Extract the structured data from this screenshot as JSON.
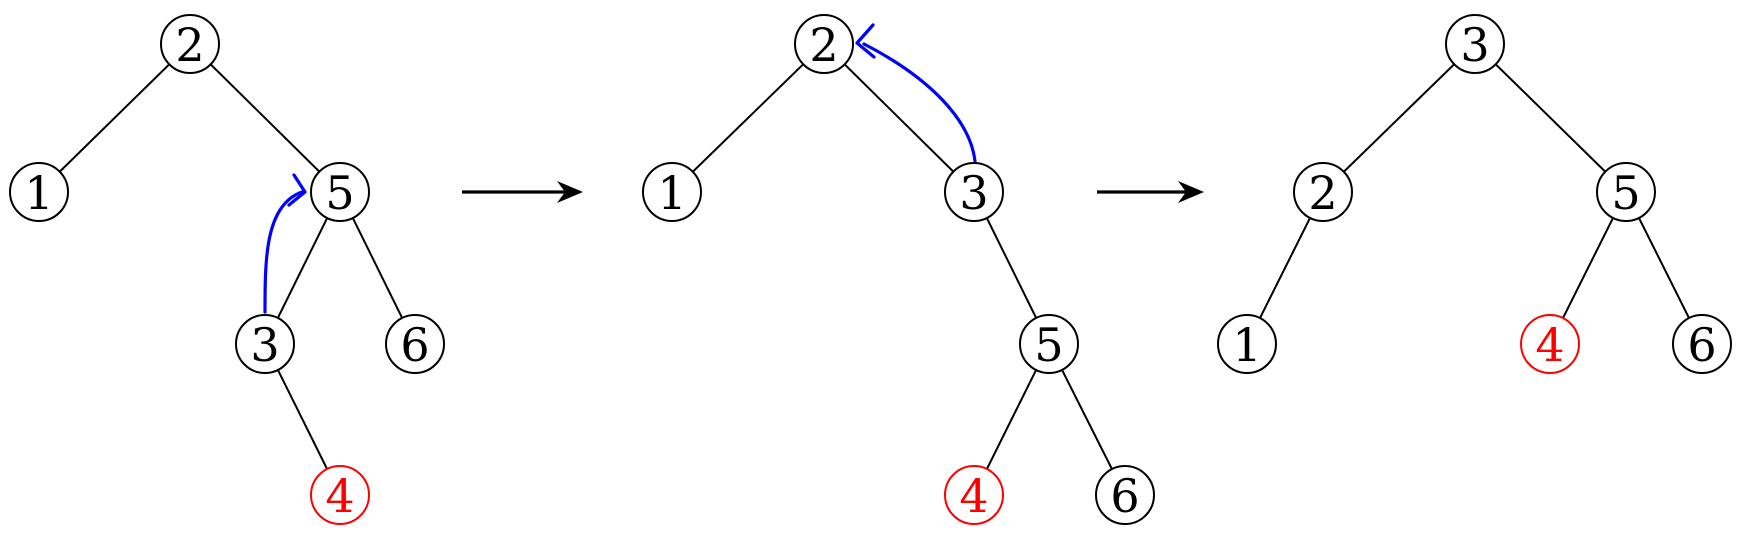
{
  "colors": {
    "default": "#000000",
    "highlight": "#ff0000",
    "rotation": "#0000ff"
  },
  "trees": [
    {
      "nodes": [
        {
          "id": "t1-n2",
          "label": "2"
        },
        {
          "id": "t1-n1",
          "label": "1"
        },
        {
          "id": "t1-n5",
          "label": "5"
        },
        {
          "id": "t1-n3",
          "label": "3"
        },
        {
          "id": "t1-n6",
          "label": "6"
        },
        {
          "id": "t1-n4",
          "label": "4",
          "highlight": true
        }
      ],
      "edges": [
        [
          "t1-n2",
          "t1-n1"
        ],
        [
          "t1-n2",
          "t1-n5"
        ],
        [
          "t1-n5",
          "t1-n3"
        ],
        [
          "t1-n5",
          "t1-n6"
        ],
        [
          "t1-n3",
          "t1-n4"
        ]
      ],
      "rotation": {
        "from": "t1-n3",
        "to": "t1-n5"
      }
    },
    {
      "nodes": [
        {
          "id": "t2-n2",
          "label": "2"
        },
        {
          "id": "t2-n1",
          "label": "1"
        },
        {
          "id": "t2-n3",
          "label": "3"
        },
        {
          "id": "t2-n5",
          "label": "5"
        },
        {
          "id": "t2-n4",
          "label": "4",
          "highlight": true
        },
        {
          "id": "t2-n6",
          "label": "6"
        }
      ],
      "edges": [
        [
          "t2-n2",
          "t2-n1"
        ],
        [
          "t2-n2",
          "t2-n3"
        ],
        [
          "t2-n3",
          "t2-n5"
        ],
        [
          "t2-n5",
          "t2-n4"
        ],
        [
          "t2-n5",
          "t2-n6"
        ]
      ],
      "rotation": {
        "from": "t2-n3",
        "to": "t2-n2"
      }
    },
    {
      "nodes": [
        {
          "id": "t3-n3",
          "label": "3"
        },
        {
          "id": "t3-n2",
          "label": "2"
        },
        {
          "id": "t3-n5",
          "label": "5"
        },
        {
          "id": "t3-n1",
          "label": "1"
        },
        {
          "id": "t3-n4",
          "label": "4",
          "highlight": true
        },
        {
          "id": "t3-n6",
          "label": "6"
        }
      ],
      "edges": [
        [
          "t3-n3",
          "t3-n2"
        ],
        [
          "t3-n3",
          "t3-n5"
        ],
        [
          "t3-n2",
          "t3-n1"
        ],
        [
          "t3-n5",
          "t3-n4"
        ],
        [
          "t3-n5",
          "t3-n6"
        ]
      ]
    }
  ],
  "transitions": [
    {
      "from": 0,
      "to": 1
    },
    {
      "from": 1,
      "to": 2
    }
  ]
}
